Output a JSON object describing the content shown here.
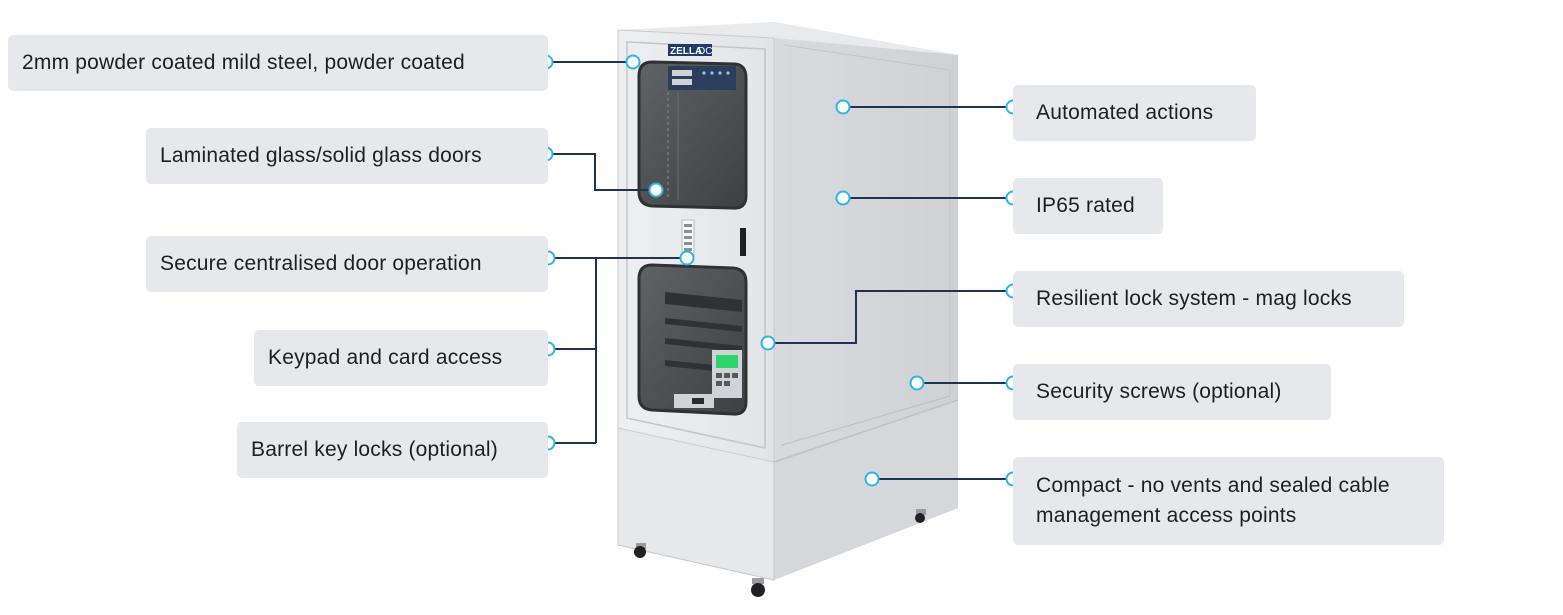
{
  "brand": {
    "name": "ZELLA",
    "suffix": "DC"
  },
  "colors": {
    "label_bg": "#e6e8ec",
    "connector_line": "#1f3254",
    "marker_stroke": "#29b6e8"
  },
  "labels": {
    "steel": "2mm powder coated mild steel, powder coated",
    "glass_doors": "Laminated glass/solid glass doors",
    "door_operation": "Secure centralised door operation",
    "keypad": "Keypad and card access",
    "barrel_locks": "Barrel key locks (optional)",
    "automated": "Automated actions",
    "ip65": "IP65 rated",
    "mag_locks": "Resilient lock system - mag locks",
    "screws": "Security screws (optional)",
    "compact": "Compact - no vents and sealed cable\nmanagement access points"
  }
}
